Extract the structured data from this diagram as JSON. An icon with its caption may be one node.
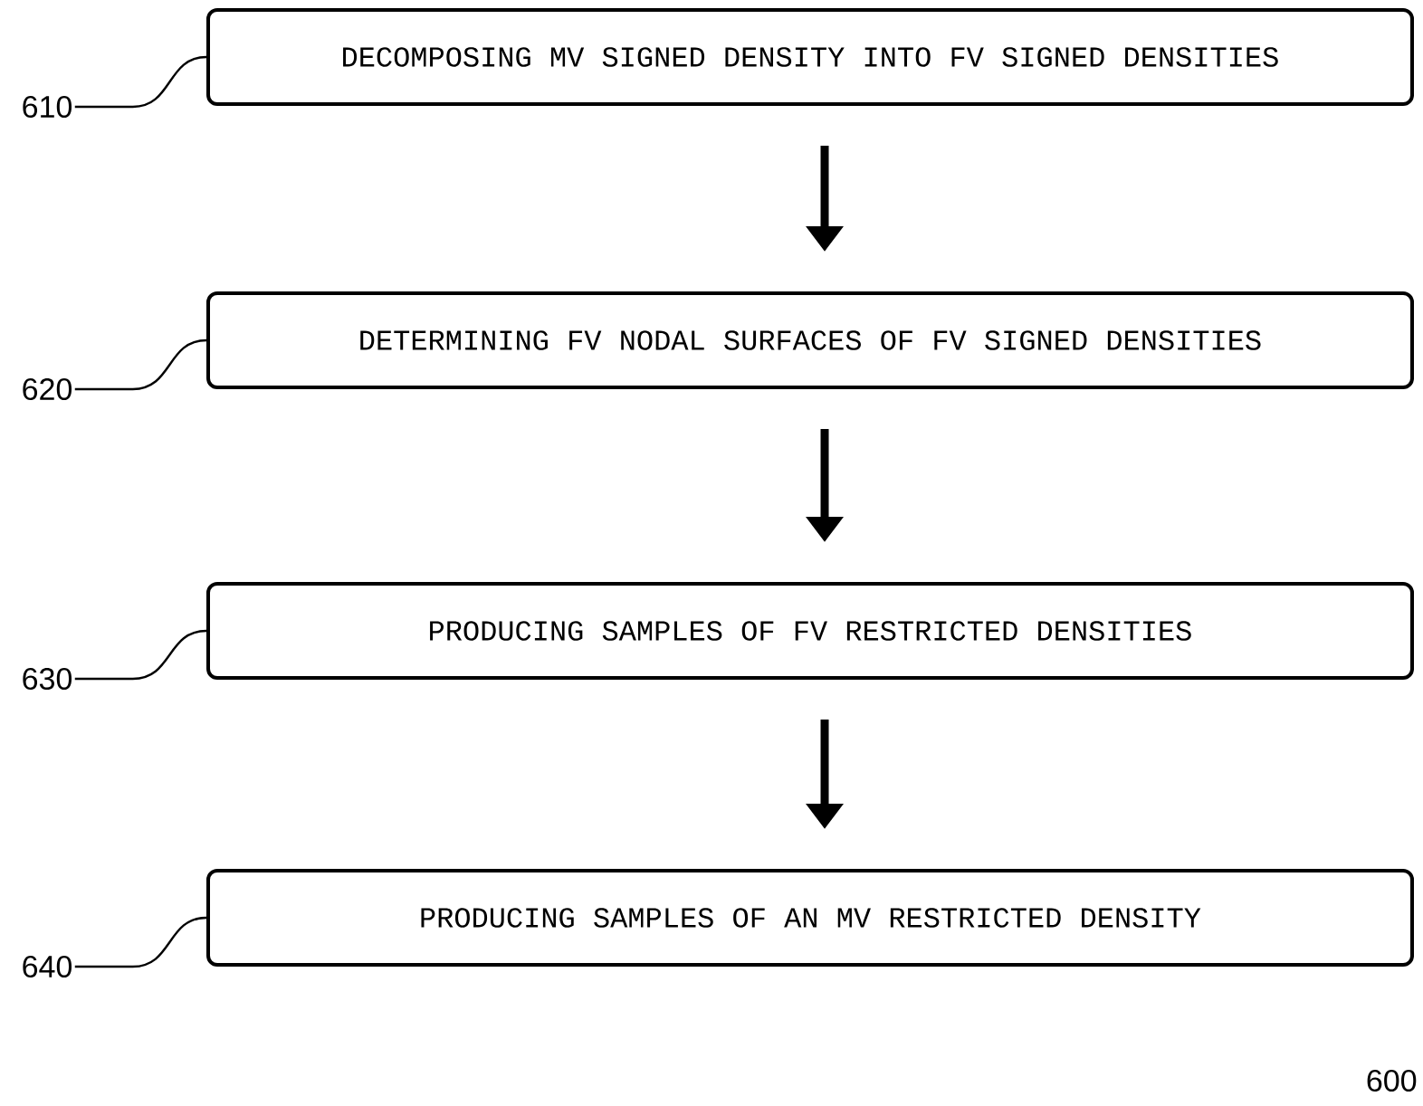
{
  "diagram": {
    "nodes": [
      {
        "text": [
          "DECOMPOSING MV SIGNED DENSITY INTO FV SIGNED DENSITIES"
        ]
      },
      {
        "text": [
          "DETERMINING FV NODAL SURFACES OF FV SIGNED DENSITIES"
        ]
      },
      {
        "text": [
          "PRODUCING SAMPLES OF FV RESTRICTED DENSITIES"
        ]
      },
      {
        "text": [
          "PRODUCING SAMPLES OF AN MV RESTRICTED DENSITY"
        ]
      },
      {
        "text": [
          "610"
        ]
      },
      {
        "text": [
          "620"
        ]
      },
      {
        "text": [
          "630"
        ]
      },
      {
        "text": [
          "640"
        ]
      }
    ],
    "edges": [
      {
        "from": 0,
        "to": 1,
        "arrow": "to",
        "style": "thick"
      },
      {
        "from": 1,
        "to": 2,
        "arrow": "to",
        "style": "thick"
      },
      {
        "from": 2,
        "to": 3,
        "arrow": "to",
        "style": "thick"
      },
      {
        "from": 4,
        "to": 0,
        "arrow": "none"
      },
      {
        "from": 5,
        "to": 1,
        "arrow": "none"
      },
      {
        "from": 6,
        "to": 2,
        "arrow": "none"
      },
      {
        "from": 7,
        "to": 3,
        "arrow": "none"
      }
    ],
    "labels": [
      "600"
    ]
  }
}
